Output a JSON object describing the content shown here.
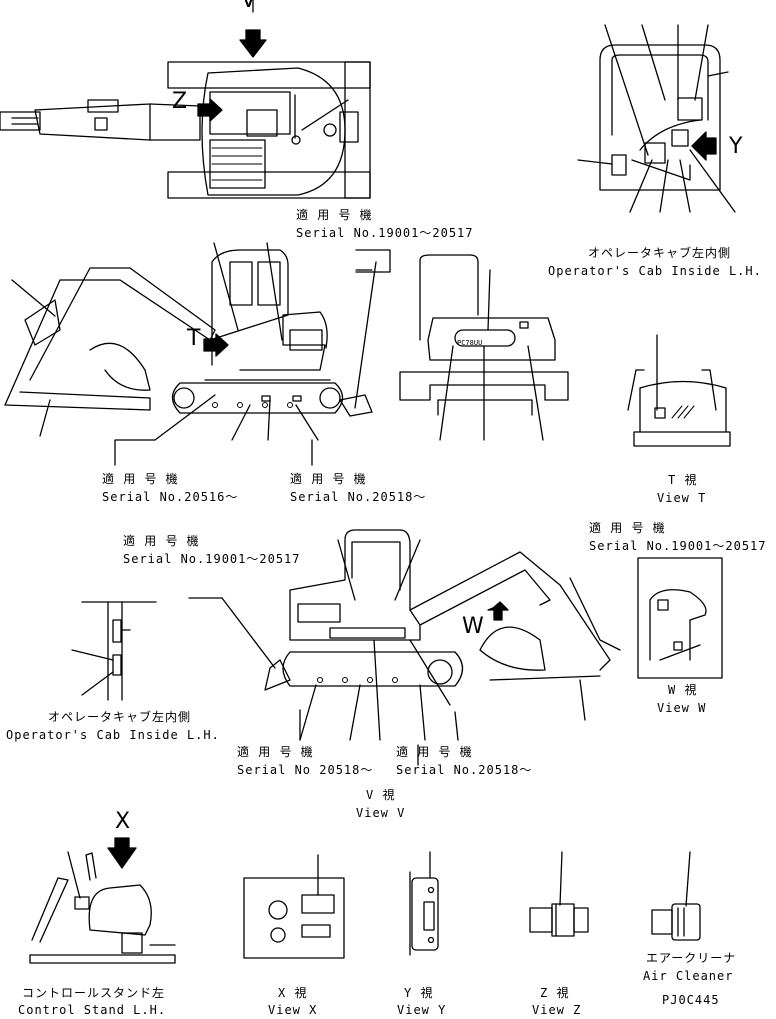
{
  "view_letters": {
    "v": "V",
    "z": "Z",
    "t": "T",
    "y": "Y",
    "w": "W",
    "x": "X"
  },
  "serial_blocks": {
    "top_view": {
      "jp": "適 用 号 機",
      "en": "Serial No.19001～20517"
    },
    "side_left_front": {
      "jp": "適 用 号 機",
      "en": "Serial No.20516～"
    },
    "side_left_rear": {
      "jp": "適 用 号 機",
      "en": "Serial No.20518～"
    },
    "view_v_left": {
      "jp": "適 用 号 機",
      "en": "Serial No.19001～20517"
    },
    "view_w": {
      "jp": "適 用 号 機",
      "en": "Serial No.19001～20517"
    },
    "view_v_bottom_left": {
      "jp": "適 用 号 機",
      "en": "Serial No 20518～"
    },
    "view_v_bottom_right": {
      "jp": "適 用 号 機",
      "en": "Serial No.20518～"
    }
  },
  "captions": {
    "cab_inside_top": {
      "jp": "オペレータキャブ左内側",
      "en": "Operator's Cab Inside L.H."
    },
    "cab_inside_mid": {
      "jp": "オペレータキャブ左内側",
      "en": "Operator's Cab Inside L.H."
    },
    "view_t": {
      "jp": "T 視",
      "en": "View T"
    },
    "view_w": {
      "jp": "W 視",
      "en": "View W"
    },
    "view_v": {
      "jp": "V 視",
      "en": "View V"
    },
    "control_stand": {
      "jp": "コントロールスタンド左",
      "en": "Control Stand L.H."
    },
    "view_x": {
      "jp": "X 視",
      "en": "View X"
    },
    "view_y": {
      "jp": "Y 視",
      "en": "View Y"
    },
    "view_z": {
      "jp": "Z 視",
      "en": "View Z"
    },
    "air_cleaner": {
      "jp": "エアークリーナ",
      "en": "Air Cleaner"
    }
  },
  "drawing_code": "PJ0C445",
  "brand_plate": "PC78UU"
}
